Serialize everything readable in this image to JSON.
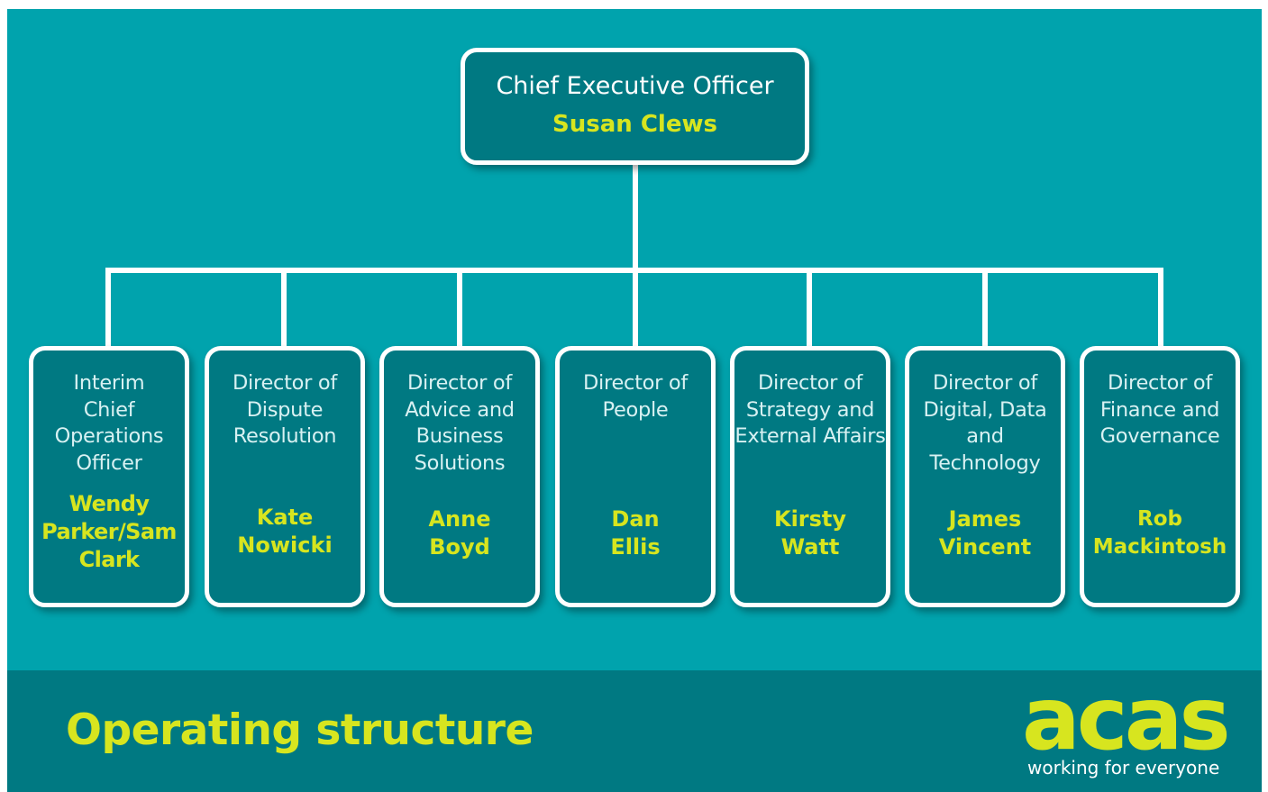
{
  "ceo": {
    "role": "Chief Executive Officer",
    "name": "Susan Clews"
  },
  "directors": [
    {
      "role": "Interim Chief Operations Officer",
      "name": "Wendy Parker/Sam Clark"
    },
    {
      "role": "Director of Dispute Resolution",
      "name": "Kate Nowicki"
    },
    {
      "role": "Director of Advice and Business Solutions",
      "name": "Anne Boyd"
    },
    {
      "role": "Director of People",
      "name": "Dan Ellis"
    },
    {
      "role": "Director of Strategy and External Affairs",
      "name": "Kirsty Watt"
    },
    {
      "role": "Director of Digital, Data and Technology",
      "name": "James Vincent"
    },
    {
      "role": "Director of Finance and Governance",
      "name": "Rob Mackintosh"
    }
  ],
  "footer": {
    "title": "Operating structure",
    "logo_text": "acas",
    "tagline": "working for everyone"
  },
  "colors": {
    "background": "#00a3ad",
    "box_fill": "#007982",
    "accent_lime": "#d7e51f",
    "connector": "#ffffff"
  }
}
